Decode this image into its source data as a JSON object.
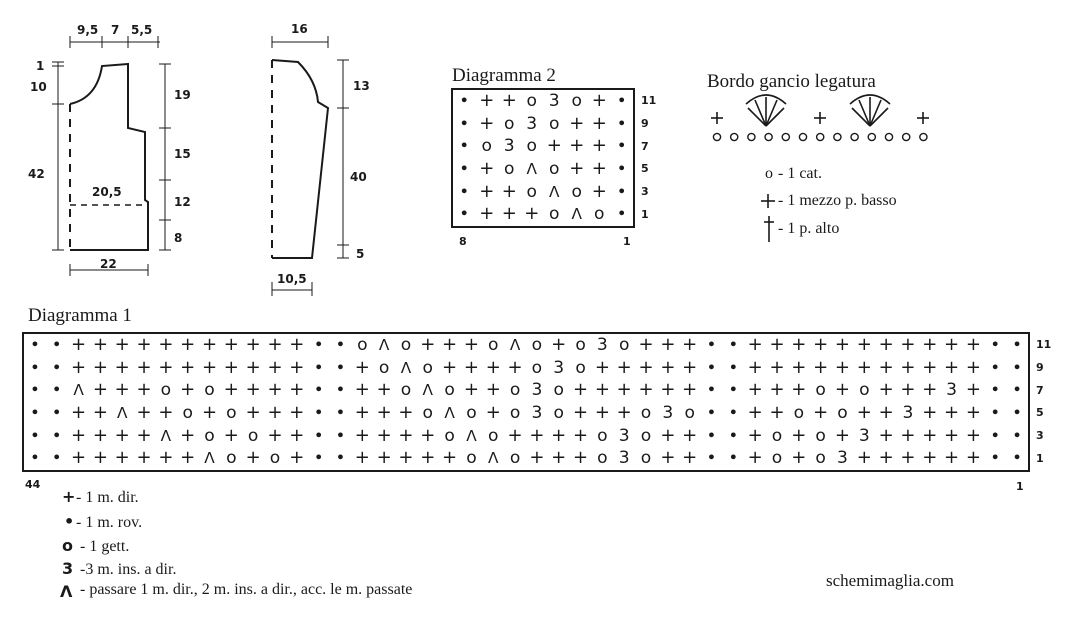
{
  "back_dims": {
    "w1": "9,5",
    "w2": "7",
    "w3": "5,5",
    "h_shoulder": "1",
    "h_neck": "10",
    "h_arm": "19",
    "h_mid": "15",
    "h_total": "42",
    "w_half": "20,5",
    "h_side": "12",
    "h_rib": "8",
    "w_bottom": "22"
  },
  "sleeve_dims": {
    "top": "16",
    "h_cap": "13",
    "h_length": "40",
    "h_cuff": "5",
    "w_bottom": "10,5"
  },
  "diagram2": {
    "title": "Diagramma 2",
    "rows": [
      {
        "label": "11",
        "cells": [
          "•",
          "+",
          "+",
          "o",
          "3",
          "o",
          "+",
          "•"
        ]
      },
      {
        "label": "9",
        "cells": [
          "•",
          "+",
          "o",
          "3",
          "o",
          "+",
          "+",
          "•"
        ]
      },
      {
        "label": "7",
        "cells": [
          "•",
          "o",
          "3",
          "o",
          "+",
          "+",
          "+",
          "•"
        ]
      },
      {
        "label": "5",
        "cells": [
          "•",
          "+",
          "o",
          "Λ",
          "o",
          "+",
          "+",
          "•"
        ]
      },
      {
        "label": "3",
        "cells": [
          "•",
          "+",
          "+",
          "o",
          "Λ",
          "o",
          "+",
          "•"
        ]
      },
      {
        "label": "1",
        "cells": [
          "•",
          "+",
          "+",
          "+",
          "o",
          "Λ",
          "o",
          "•"
        ]
      }
    ],
    "col_first": "8",
    "col_last": "1"
  },
  "edge": {
    "title": "Bordo gancio legatura",
    "chain_count": 13,
    "legend": [
      {
        "sym": "o",
        "text": "- 1 cat."
      },
      {
        "sym": "+",
        "text": "- 1 mezzo p. basso"
      },
      {
        "sym": "†",
        "text": "- 1 p. alto"
      }
    ]
  },
  "diagram1": {
    "title": "Diagramma 1",
    "rows": [
      {
        "label": "11",
        "cells": [
          "•",
          "•",
          "+",
          "+",
          "+",
          "+",
          "+",
          "+",
          "+",
          "+",
          "+",
          "+",
          "+",
          "•",
          "•",
          "o",
          "Λ",
          "o",
          "+",
          "+",
          "+",
          "o",
          "Λ",
          "o",
          "+",
          "o",
          "3",
          "o",
          "+",
          "+",
          "+",
          "•",
          "•",
          "+",
          "+",
          "+",
          "+",
          "+",
          "+",
          "+",
          "+",
          "+",
          "+",
          "+",
          "•",
          "•"
        ]
      },
      {
        "label": "9",
        "cells": [
          "•",
          "•",
          "+",
          "+",
          "+",
          "+",
          "+",
          "+",
          "+",
          "+",
          "+",
          "+",
          "+",
          "•",
          "•",
          "+",
          "o",
          "Λ",
          "o",
          "+",
          "+",
          "+",
          "+",
          "o",
          "3",
          "o",
          "+",
          "+",
          "+",
          "+",
          "+",
          "•",
          "•",
          "+",
          "+",
          "+",
          "+",
          "+",
          "+",
          "+",
          "+",
          "+",
          "+",
          "+",
          "•",
          "•"
        ]
      },
      {
        "label": "7",
        "cells": [
          "•",
          "•",
          "Λ",
          "+",
          "+",
          "+",
          "o",
          "+",
          "o",
          "+",
          "+",
          "+",
          "+",
          "•",
          "•",
          "+",
          "+",
          "o",
          "Λ",
          "o",
          "+",
          "+",
          "o",
          "3",
          "o",
          "+",
          "+",
          "+",
          "+",
          "+",
          "+",
          "•",
          "•",
          "+",
          "+",
          "+",
          "o",
          "+",
          "o",
          "+",
          "+",
          "+",
          "3",
          "+",
          "•",
          "•"
        ]
      },
      {
        "label": "5",
        "cells": [
          "•",
          "•",
          "+",
          "+",
          "Λ",
          "+",
          "+",
          "o",
          "+",
          "o",
          "+",
          "+",
          "+",
          "•",
          "•",
          "+",
          "+",
          "+",
          "o",
          "Λ",
          "o",
          "+",
          "o",
          "3",
          "o",
          "+",
          "+",
          "+",
          "o",
          "3",
          "o",
          "•",
          "•",
          "+",
          "+",
          "o",
          "+",
          "o",
          "+",
          "+",
          "3",
          "+",
          "+",
          "+",
          "•",
          "•"
        ]
      },
      {
        "label": "3",
        "cells": [
          "•",
          "•",
          "+",
          "+",
          "+",
          "+",
          "Λ",
          "+",
          "o",
          "+",
          "o",
          "+",
          "+",
          "•",
          "•",
          "+",
          "+",
          "+",
          "+",
          "o",
          "Λ",
          "o",
          "+",
          "+",
          "+",
          "+",
          "o",
          "3",
          "o",
          "+",
          "+",
          "•",
          "•",
          "+",
          "o",
          "+",
          "o",
          "+",
          "3",
          "+",
          "+",
          "+",
          "+",
          "+",
          "•",
          "•"
        ]
      },
      {
        "label": "1",
        "cells": [
          "•",
          "•",
          "+",
          "+",
          "+",
          "+",
          "+",
          "+",
          "Λ",
          "o",
          "+",
          "o",
          "+",
          "•",
          "•",
          "+",
          "+",
          "+",
          "+",
          "+",
          "o",
          "Λ",
          "o",
          "+",
          "+",
          "+",
          "o",
          "3",
          "o",
          "+",
          "+",
          "•",
          "•",
          "+",
          "o",
          "+",
          "o",
          "3",
          "+",
          "+",
          "+",
          "+",
          "+",
          "+",
          "•",
          "•"
        ]
      }
    ],
    "col_first": "44",
    "col_last": "1"
  },
  "legend1": [
    {
      "sym": "+",
      "text": "- 1 m. dir."
    },
    {
      "sym": "•",
      "text": "- 1 m. rov."
    },
    {
      "sym": "o",
      "text": "- 1 gett."
    },
    {
      "sym": "3",
      "text": "-3 m. ins. a dir."
    },
    {
      "sym": "Λ",
      "text": "- passare 1 m. dir., 2 m. ins. a dir., acc. le m. passate"
    }
  ],
  "watermark": "schemimaglia.com",
  "colors": {
    "ink": "#1a1a1a",
    "accent_green": "#2e7d32"
  }
}
